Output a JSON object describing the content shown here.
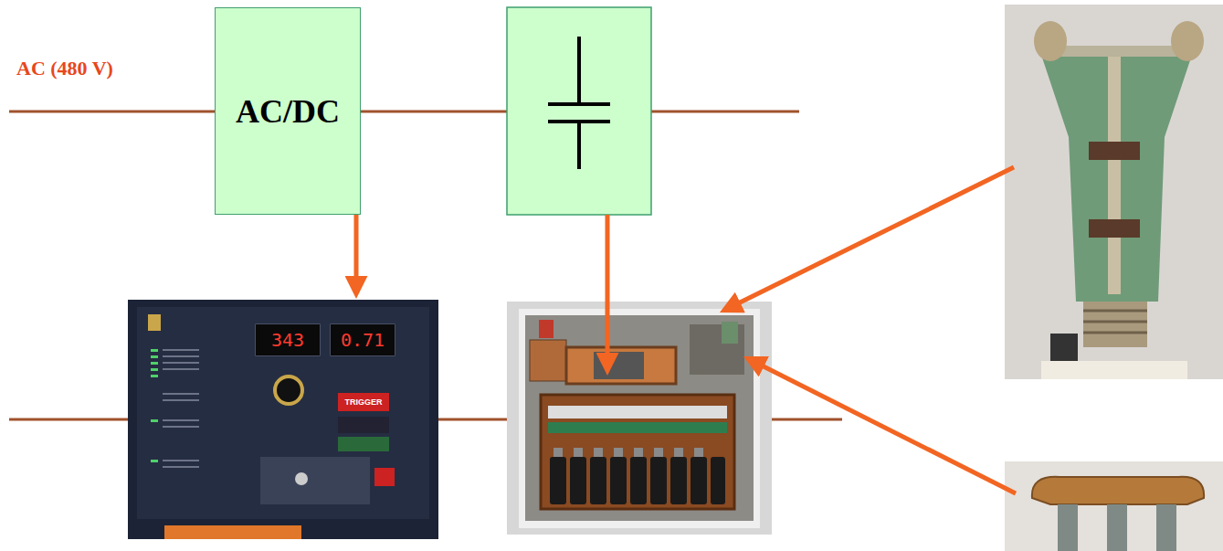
{
  "diagram": {
    "nodes": [
      {
        "text": [
          "AC/DC"
        ]
      }
    ],
    "labels": [
      "AC (480 V)",
      "343",
      "0.71",
      "TRIGGER"
    ]
  }
}
